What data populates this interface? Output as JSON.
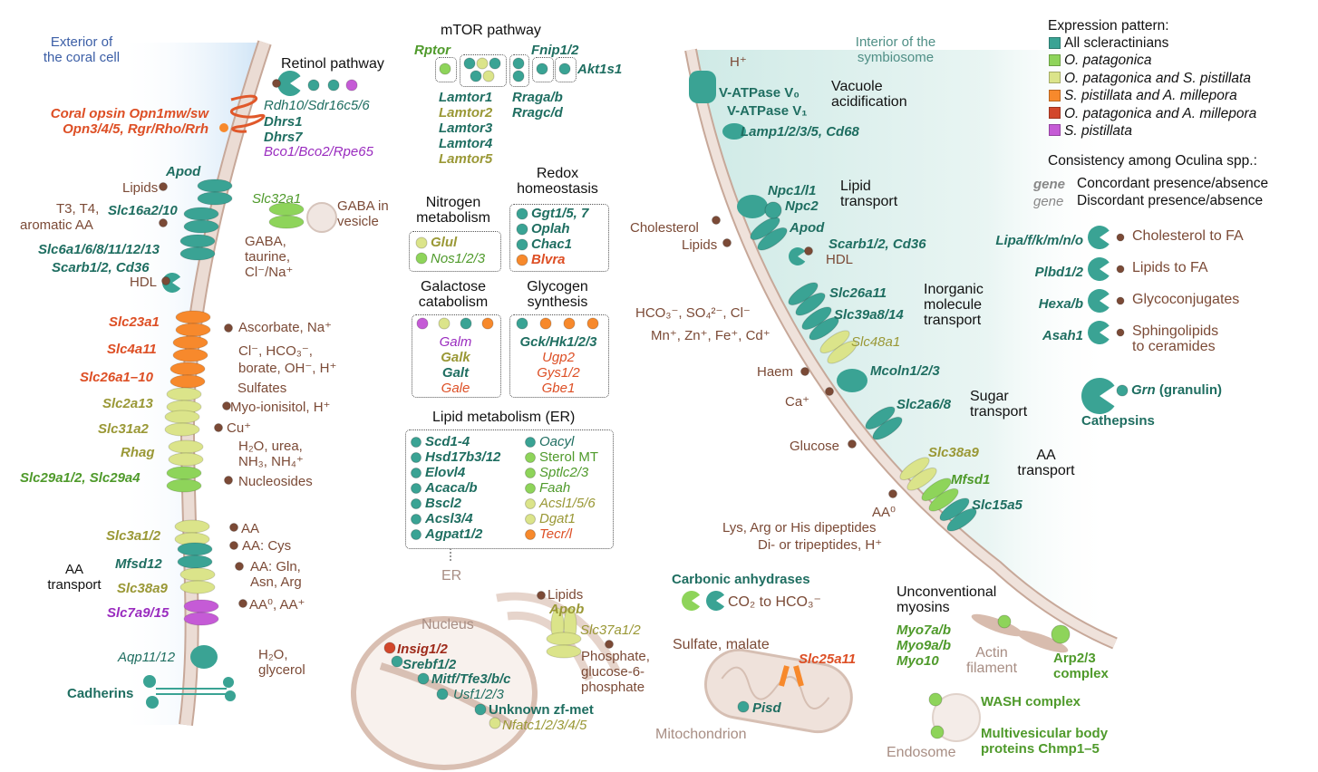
{
  "colors": {
    "teal": "#3aa394",
    "green": "#8ed45a",
    "ygreen": "#dbe48a",
    "orange": "#f7892c",
    "red": "#d2472b",
    "purple": "#c55bd6",
    "brown": "#7b4a36"
  },
  "legend": {
    "title": "Expression pattern:",
    "items": [
      {
        "label": "All scleractinians",
        "color": "#3aa394"
      },
      {
        "label": "O. patagonica",
        "color": "#8ed45a"
      },
      {
        "label": "O. patagonica and S. pistillata",
        "color": "#dbe48a"
      },
      {
        "label": "S. pistillata and A. millepora",
        "color": "#f7892c"
      },
      {
        "label": "O. patagonica and A. millepora",
        "color": "#d2472b"
      },
      {
        "label": "S. pistillata",
        "color": "#c55bd6"
      }
    ],
    "consistency_title": "Consistency among Oculina spp.:",
    "gene_word": "gene",
    "concordant": "Concordant presence/absence",
    "discordant": "Discordant presence/absence"
  },
  "left": {
    "exterior": [
      "Exterior of",
      "the coral cell"
    ],
    "retinol_title": "Retinol pathway",
    "retinol_genes": [
      "Rdh10/Sdr16c5/6",
      "Dhrs1",
      "Dhrs7",
      "Bco1/Bco2/Rpe65"
    ],
    "opsin": [
      "Coral opsin Opn1mw/sw",
      "Opn3/4/5, Rgr/Rho/Rrh"
    ],
    "apod": "Apod",
    "lipids": "Lipids",
    "t3t4": "T3, T4,",
    "slc16": "Slc16a2/10",
    "aromatic": "aromatic AA",
    "slc6": "Slc6a1/6/8/11/12/13",
    "scarb": "Scarb1/2, Cd36",
    "hdl": "HDL",
    "gaba": [
      "GABA,",
      "taurine,",
      "Cl⁻/Na⁺"
    ],
    "slc32": "Slc32a1",
    "gaba_vesicle": [
      "GABA in",
      "vesicle"
    ],
    "slc23": "Slc23a1",
    "ascorbate": "Ascorbate, Na⁺",
    "slc4": "Slc4a11",
    "cl_hco3": [
      "Cl⁻, HCO₃⁻,",
      "borate, OH⁻, H⁺"
    ],
    "slc26": "Slc26a1–10",
    "sulfates": "Sulfates",
    "slc2a13": "Slc2a13",
    "myo": "Myo-ionisitol, H⁺",
    "slc31": "Slc31a2",
    "cu": "Cu⁺",
    "rhag": "Rhag",
    "h2o_urea": [
      "H₂O, urea,",
      "NH₃, NH₄⁺"
    ],
    "slc29": "Slc29a1/2, Slc29a4",
    "nucleosides": "Nucleosides",
    "aa_transport": [
      "AA",
      "transport"
    ],
    "slc3": "Slc3a1/2",
    "aa": "AA",
    "mfsd12": "Mfsd12",
    "aa_cys": "AA: Cys",
    "slc38": "Slc38a9",
    "aa_gln": [
      "AA: Gln,",
      "Asn, Arg"
    ],
    "slc7": "Slc7a9/15",
    "aa0": "AA⁰, AA⁺",
    "aqp": "Aqp11/12",
    "h2o_gly": [
      "H₂O,",
      "glycerol"
    ],
    "cadherins": "Cadherins"
  },
  "middle": {
    "mtor_title": "mTOR pathway",
    "rptor": "Rptor",
    "fnip": "Fnip1/2",
    "akt": "Akt1s1",
    "lamtor": [
      "Lamtor1",
      "Lamtor2",
      "Lamtor3",
      "Lamtor4",
      "Lamtor5"
    ],
    "rrag": [
      "Rraga/b",
      "Rragc/d"
    ],
    "nitrogen_title": [
      "Nitrogen",
      "metabolism"
    ],
    "nitrogen": [
      "Glul",
      "Nos1/2/3"
    ],
    "redox_title": [
      "Redox",
      "homeostasis"
    ],
    "redox": [
      "Ggt1/5, 7",
      "Oplah",
      "Chac1",
      "Blvra"
    ],
    "galactose_title": [
      "Galactose",
      "catabolism"
    ],
    "galactose": [
      "Galm",
      "Galk",
      "Galt",
      "Gale"
    ],
    "glycogen_title": [
      "Glycogen",
      "synthesis"
    ],
    "glycogen": [
      "Gck/Hk1/2/3",
      "Ugp2",
      "Gys1/2",
      "Gbe1"
    ],
    "lipid_title": "Lipid metabolism (ER)",
    "lipid_left": [
      "Scd1-4",
      "Hsd17b3/12",
      "Elovl4",
      "Acaca/b",
      "Bscl2",
      "Acsl3/4",
      "Agpat1/2"
    ],
    "lipid_right": [
      "Oacyl",
      "Sterol MT",
      "Sptlc2/3",
      "Faah",
      "Acsl1/5/6",
      "Dgat1",
      "Tecr/l"
    ],
    "er": "ER",
    "nucleus": "Nucleus",
    "tf": [
      "Insig1/2",
      "Srebf1/2",
      "Mitf/Tfe3/b/c",
      "Usf1/2/3",
      "Unknown zf-met",
      "Nfatc1/2/3/4/5"
    ],
    "er_lipids": "Lipids",
    "apob": "Apob",
    "slc37": "Slc37a1/2",
    "phosphate": [
      "Phosphate,",
      "glucose-6-",
      "phosphate"
    ]
  },
  "right": {
    "interior": [
      "Interior of the",
      "symbiosome"
    ],
    "h": "H⁺",
    "vatpase": [
      "V-ATPase V₀",
      "V-ATPase V₁"
    ],
    "vacuole": [
      "Vacuole",
      "acidification"
    ],
    "lamp": "Lamp1/2/3/5, Cd68",
    "npc": [
      "Npc1/l1",
      "Npc2"
    ],
    "lipid_transport": [
      "Lipid",
      "transport"
    ],
    "cholesterol": "Cholesterol",
    "lipids": "Lipids",
    "apod": "Apod",
    "scarb": "Scarb1/2, Cd36",
    "hdl": "HDL",
    "slc26a11": "Slc26a11",
    "inorganic": [
      "Inorganic",
      "molecule",
      "transport"
    ],
    "anions": "HCO₃⁻, SO₄²⁻, Cl⁻",
    "slc39": "Slc39a8/14",
    "cations": "Mn⁺, Zn⁺, Fe⁺, Cd⁺",
    "slc48": "Slc48a1",
    "haem": "Haem",
    "mcoln": "Mcoln1/2/3",
    "ca": "Ca⁺",
    "slc2a6": "Slc2a6/8",
    "sugar": [
      "Sugar",
      "transport"
    ],
    "glucose": "Glucose",
    "slc38": "Slc38a9",
    "aa_transport": [
      "AA",
      "transport"
    ],
    "mfsd1": "Mfsd1",
    "slc15": "Slc15a5",
    "aa0": "AA⁰",
    "dipeptides": "Lys, Arg or His dipeptides",
    "tripeptides": "Di- or tripeptides, H⁺",
    "enzymes": [
      {
        "gene": "Lipa/f/k/m/n/o",
        "product": "Cholesterol to FA"
      },
      {
        "gene": "Plbd1/2",
        "product": "Lipids to FA"
      },
      {
        "gene": "Hexa/b",
        "product": "Glycoconjugates"
      },
      {
        "gene": "Asah1",
        "product": "Sphingolipids",
        "product2": "to ceramides"
      }
    ],
    "grn": "Grn",
    "granulin": " (granulin)",
    "cathepsins": "Cathepsins",
    "carbonic": "Carbonic anhydrases",
    "co2": "CO₂ to HCO₃⁻",
    "sulfate_malate": "Sulfate, malate",
    "slc25": "Slc25a11",
    "pisd": "Pisd",
    "mito": "Mitochondrion",
    "myosins_title": [
      "Unconventional",
      "myosins"
    ],
    "myosins": [
      "Myo7a/b",
      "Myo9a/b",
      "Myo10"
    ],
    "actin": [
      "Actin",
      "filament"
    ],
    "arp": [
      "Arp2/3",
      "complex"
    ],
    "wash": "WASH complex",
    "mvb": [
      "Multivesicular body",
      "proteins Chmp1–5"
    ],
    "endosome": "Endosome"
  }
}
